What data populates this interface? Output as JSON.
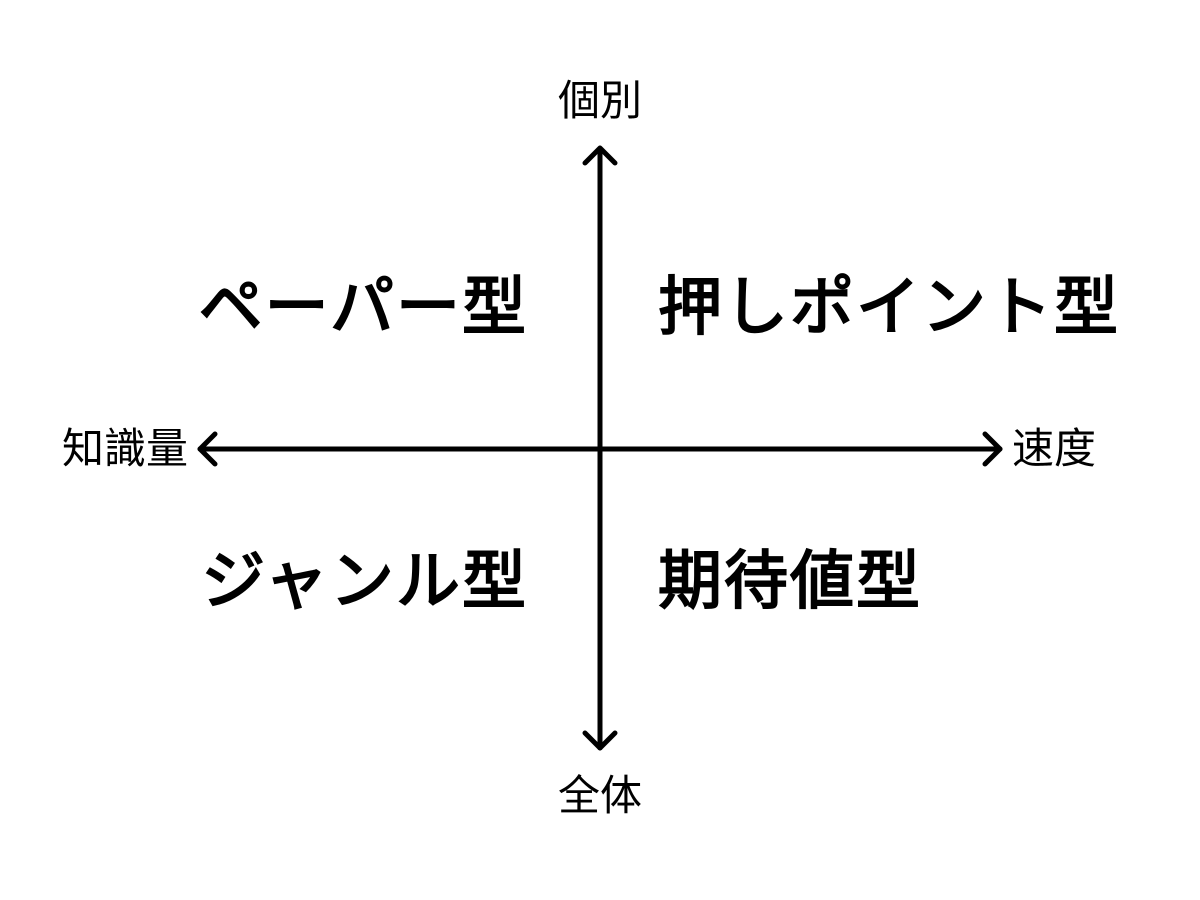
{
  "axes": {
    "top": "個別",
    "bottom": "全体",
    "left": "知識量",
    "right": "速度"
  },
  "quadrants": {
    "top_left": "ペーパー型",
    "top_right": "押しポイント型",
    "bottom_left": "ジャンル型",
    "bottom_right": "期待値型"
  },
  "colors": {
    "line": "#000000",
    "text": "#000000",
    "background": "#ffffff"
  }
}
